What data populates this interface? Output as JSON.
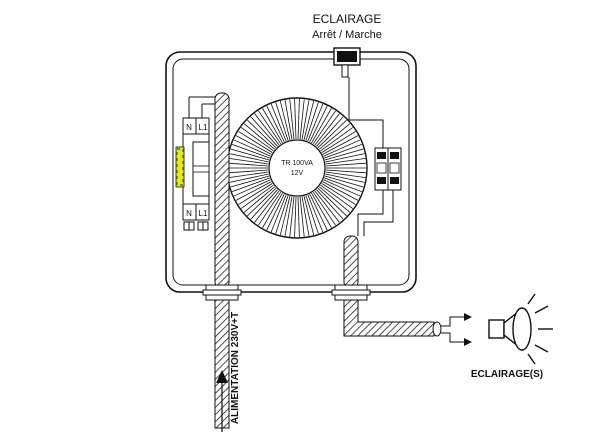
{
  "switch": {
    "title": "ECLAIRAGE",
    "subtitle": "Arrêt / Marche"
  },
  "transformer": {
    "rating": "TR 100VA",
    "voltage": "12V"
  },
  "breaker": {
    "top_n": "N",
    "top_l1": "L1",
    "bottom_n": "N",
    "bottom_l1": "L1"
  },
  "supply": {
    "label": "ALIMENTATION 230V+T"
  },
  "output": {
    "label": "ECLAIRAGE(S)"
  }
}
